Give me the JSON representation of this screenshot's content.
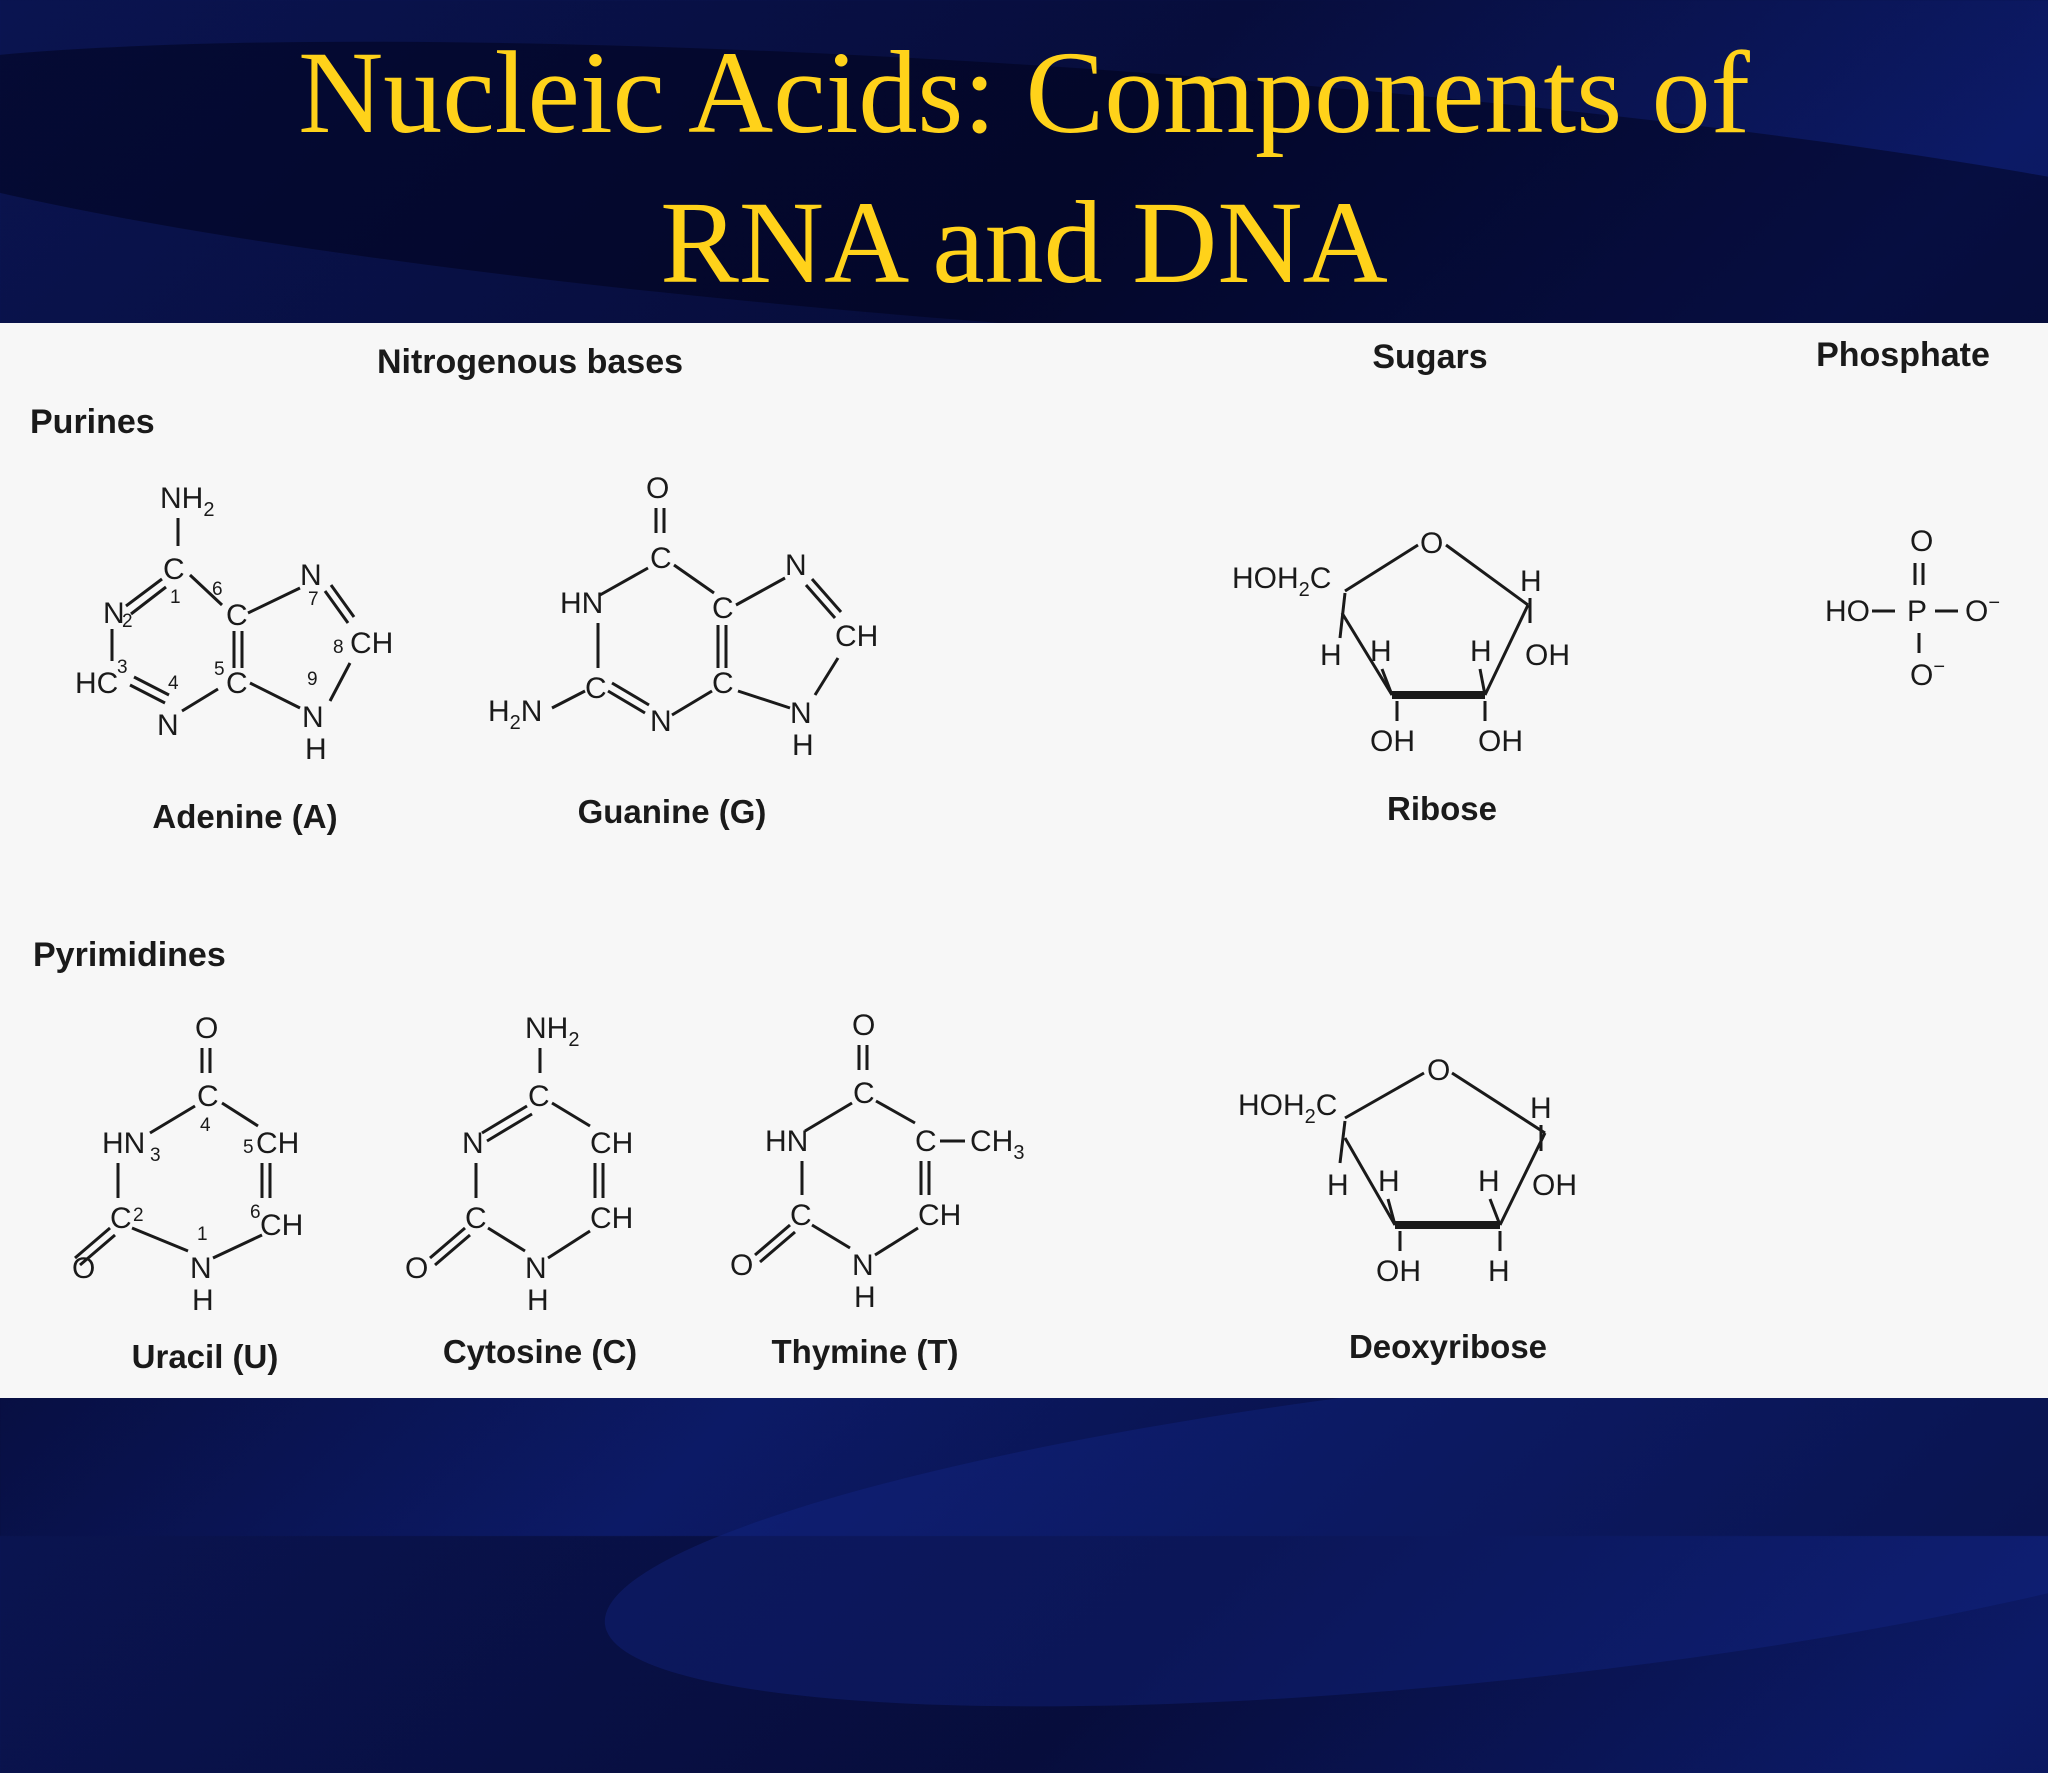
{
  "slide": {
    "title_line1": "Nucleic Acids: Components of",
    "title_line2": "RNA and DNA",
    "title_color": "#ffd21a",
    "background_color": "#0a1450"
  },
  "headings": {
    "nitrogenous_bases": "Nitrogenous bases",
    "sugars": "Sugars",
    "phosphate": "Phosphate",
    "purines": "Purines",
    "pyrimidines": "Pyrimidines"
  },
  "molecules": {
    "adenine": "Adenine (A)",
    "guanine": "Guanine (G)",
    "ribose": "Ribose",
    "uracil": "Uracil (U)",
    "cytosine": "Cytosine (C)",
    "thymine": "Thymine (T)",
    "deoxyribose": "Deoxyribose"
  }
}
